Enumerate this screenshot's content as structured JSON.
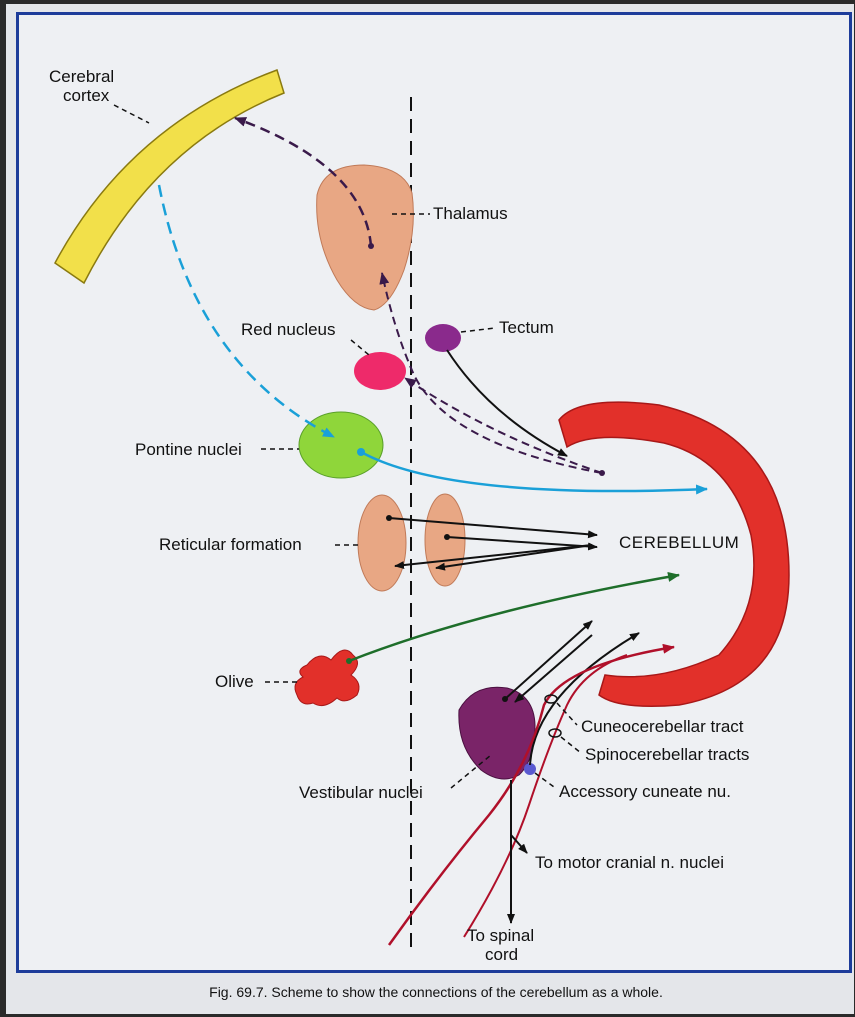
{
  "labels": {
    "cerebral_cortex_1": "Cerebral",
    "cerebral_cortex_2": "cortex",
    "thalamus": "Thalamus",
    "red_nucleus": "Red nucleus",
    "tectum": "Tectum",
    "pontine_nuclei": "Pontine nuclei",
    "reticular_formation": "Reticular formation",
    "cerebellum": "CEREBELLUM",
    "olive": "Olive",
    "cuneocerebellar_tract": "Cuneocerebellar tract",
    "spinocerebellar_tracts": "Spinocerebellar tracts",
    "vestibular_nuclei": "Vestibular nuclei",
    "accessory_cuneate": "Accessory cuneate nu.",
    "motor_cranial": "To motor cranial n. nuclei",
    "spinal_cord_1": "To spinal",
    "spinal_cord_2": "cord"
  },
  "caption": "Fig. 69.7. Scheme to show the connections of the cerebellum as a whole.",
  "colors": {
    "cortex": "#f2e04a",
    "thalamus": "#e8a784",
    "red_nucleus": "#ee2a6a",
    "tectum": "#8a2a8c",
    "pontine": "#8fd63a",
    "reticular": "#e8a784",
    "cerebellum": "#e2302a",
    "olive": "#e2302a",
    "vestibular": "#7a2468",
    "accessory": "#5a5ad0",
    "frame": "#1d3c9a"
  }
}
